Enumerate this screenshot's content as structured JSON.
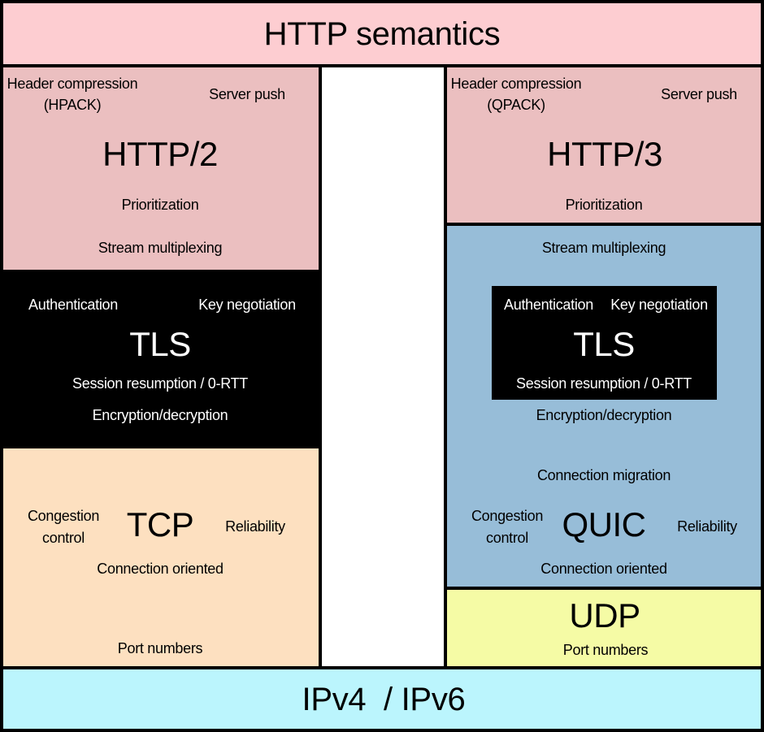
{
  "top": {
    "label": "HTTP semantics"
  },
  "bottom": {
    "label": "IPv4  / IPv6"
  },
  "left": {
    "http": {
      "title": "HTTP/2",
      "header_compression_line1": "Header compression",
      "header_compression_line2": "(HPACK)",
      "server_push": "Server push",
      "prioritization": "Prioritization",
      "stream_multiplexing": "Stream multiplexing"
    },
    "tls": {
      "title": "TLS",
      "authentication": "Authentication",
      "key_negotiation": "Key negotiation",
      "session_resumption": "Session resumption / 0-RTT",
      "encryption": "Encryption/decryption"
    },
    "tcp": {
      "title": "TCP",
      "congestion_line1": "Congestion",
      "congestion_line2": "control",
      "reliability": "Reliability",
      "connection_oriented": "Connection oriented",
      "port_numbers": "Port numbers"
    }
  },
  "right": {
    "http": {
      "title": "HTTP/3",
      "header_compression_line1": "Header compression",
      "header_compression_line2": "(QPACK)",
      "server_push": "Server push",
      "prioritization": "Prioritization"
    },
    "quic": {
      "title": "QUIC",
      "stream_multiplexing": "Stream multiplexing",
      "encryption": "Encryption/decryption",
      "connection_migration": "Connection migration",
      "congestion_line1": "Congestion",
      "congestion_line2": "control",
      "reliability": "Reliability",
      "connection_oriented": "Connection oriented"
    },
    "tls": {
      "title": "TLS",
      "authentication": "Authentication",
      "key_negotiation": "Key negotiation",
      "session_resumption": "Session resumption / 0-RTT"
    },
    "udp": {
      "title": "UDP",
      "port_numbers": "Port numbers"
    }
  },
  "colors": {
    "http_semantics": "#fdcdd1",
    "http_layer": "#ebbfc0",
    "tls": "#000000",
    "tcp": "#fde0c0",
    "quic": "#97bdd8",
    "udp": "#f5fba5",
    "ip": "#bbf5fd",
    "gap": "#ffffff"
  }
}
